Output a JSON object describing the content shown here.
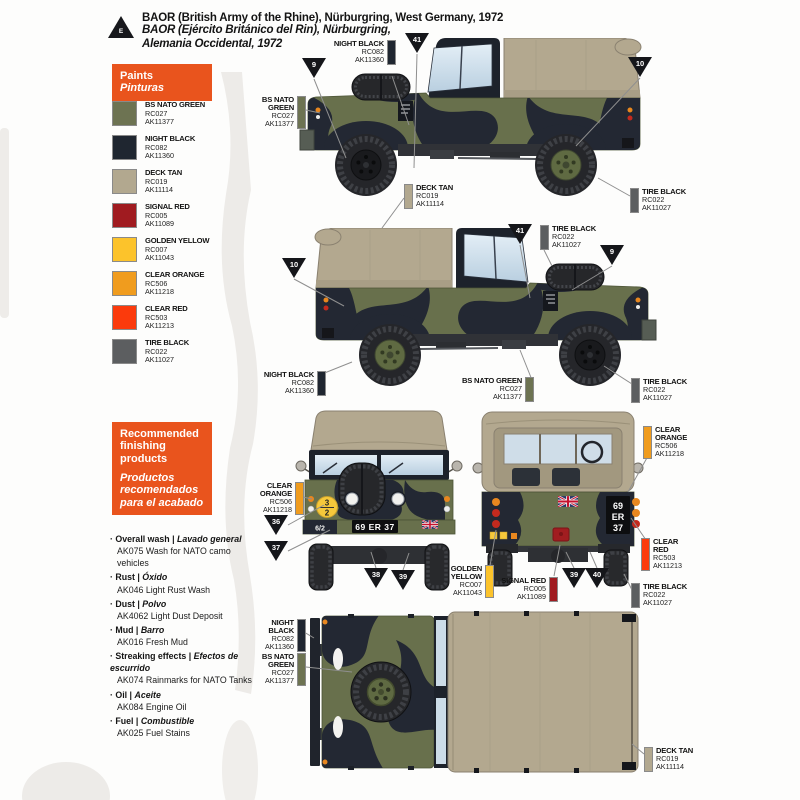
{
  "header": {
    "marker": "E",
    "line1": "BAOR (British Army of the Rhine), Nürburgring, West Germany, 1972",
    "line2": "BAOR (Ejército Británico del Rin), Nürburgring,",
    "line3": "Alemania Occidental, 1972"
  },
  "colors": {
    "accent_orange": "#e9541d",
    "camo_green": "#68704c",
    "camo_black": "#232833",
    "canvas_tan": "#b3a88f"
  },
  "paints_panel": {
    "title_en": "Paints",
    "title_es": "Pinturas",
    "items": [
      {
        "name": "BS NATO GREEN",
        "rc": "RC027",
        "ak": "AK11377",
        "hex": "#6d7352"
      },
      {
        "name": "NIGHT BLACK",
        "rc": "RC082",
        "ak": "AK11360",
        "hex": "#1f2630"
      },
      {
        "name": "DECK TAN",
        "rc": "RC019",
        "ak": "AK11114",
        "hex": "#b2a88f"
      },
      {
        "name": "SIGNAL RED",
        "rc": "RC005",
        "ak": "AK11089",
        "hex": "#a01b20"
      },
      {
        "name": "GOLDEN YELLOW",
        "rc": "RC007",
        "ak": "AK11043",
        "hex": "#fcc32b"
      },
      {
        "name": "CLEAR ORANGE",
        "rc": "RC506",
        "ak": "AK11218",
        "hex": "#f09c1e"
      },
      {
        "name": "CLEAR RED",
        "rc": "RC503",
        "ak": "AK11213",
        "hex": "#fb3a0c"
      },
      {
        "name": "TIRE BLACK",
        "rc": "RC022",
        "ak": "AK11027",
        "hex": "#5c5e60"
      }
    ]
  },
  "products_panel": {
    "title_en": "Recommended finishing products",
    "title_es": "Productos recomendados para el acabado",
    "items": [
      {
        "en": "Overall wash |",
        "es": "Lavado general",
        "product": "AK075 Wash for NATO camo vehicles"
      },
      {
        "en": "Rust |",
        "es": "Óxido",
        "product": "AK046 Light Rust Wash"
      },
      {
        "en": "Dust |",
        "es": "Polvo",
        "product": "AK4062 Light Dust Deposit"
      },
      {
        "en": "Mud |",
        "es": "Barro",
        "product": "AK016 Fresh Mud"
      },
      {
        "en": "Streaking effects |",
        "es": "Efectos de escurrido",
        "product": "AK074 Rainmarks for NATO Tanks"
      },
      {
        "en": "Oil |",
        "es": "Aceite",
        "product": "AK084 Engine Oil"
      },
      {
        "en": "Fuel |",
        "es": "Combustible",
        "product": "AK025 Fuel Stains"
      }
    ]
  },
  "callouts": [
    {
      "name": "NIGHT BLACK",
      "rc": "RC082",
      "ak": "AK11360",
      "hex": "#1f2630"
    },
    {
      "name": "BS NATO GREEN",
      "rc": "RC027",
      "ak": "AK11377",
      "hex": "#6d7352"
    },
    {
      "name": "DECK TAN",
      "rc": "RC019",
      "ak": "AK11114",
      "hex": "#b2a88f"
    },
    {
      "name": "TIRE BLACK",
      "rc": "RC022",
      "ak": "AK11027",
      "hex": "#5c5e60"
    },
    {
      "name": "NIGHT BLACK",
      "rc": "RC082",
      "ak": "AK11360",
      "hex": "#1f2630"
    },
    {
      "name": "BS NATO GREEN",
      "rc": "RC027",
      "ak": "AK11377",
      "hex": "#6d7352"
    },
    {
      "name": "TIRE BLACK",
      "rc": "RC022",
      "ak": "AK11027",
      "hex": "#5c5e60"
    },
    {
      "name": "TIRE BLACK",
      "rc": "RC022",
      "ak": "AK11027",
      "hex": "#5c5e60"
    },
    {
      "name": "CLEAR ORANGE",
      "rc": "RC506",
      "ak": "AK11218",
      "hex": "#f09c1e"
    },
    {
      "name": "CLEAR ORANGE",
      "rc": "RC506",
      "ak": "AK11218",
      "hex": "#f09c1e"
    },
    {
      "name": "CLEAR RED",
      "rc": "RC503",
      "ak": "AK11213",
      "hex": "#fb3a0c"
    },
    {
      "name": "TIRE BLACK",
      "rc": "RC022",
      "ak": "AK11027",
      "hex": "#5c5e60"
    },
    {
      "name": "GOLDEN YELLOW",
      "rc": "RC007",
      "ak": "AK11043",
      "hex": "#fcc32b"
    },
    {
      "name": "SIGNAL RED",
      "rc": "RC005",
      "ak": "AK11089",
      "hex": "#a01b20"
    },
    {
      "name": "NIGHT BLACK",
      "rc": "RC082",
      "ak": "AK11360",
      "hex": "#1f2630"
    },
    {
      "name": "BS NATO GREEN",
      "rc": "RC027",
      "ak": "AK11377",
      "hex": "#6d7352"
    },
    {
      "name": "DECK TAN",
      "rc": "RC019",
      "ak": "AK11114",
      "hex": "#b2a88f"
    }
  ],
  "flags": [
    "9",
    "41",
    "10",
    "10",
    "41",
    "9",
    "36",
    "37",
    "38",
    "39",
    "39",
    "40"
  ],
  "markings": {
    "plate_front": "69 ER 37",
    "plate_rear": [
      "69",
      "ER",
      "37"
    ],
    "unit_disc_top": "3",
    "unit_disc_bottom": "2",
    "bridge_text": "6/2"
  }
}
